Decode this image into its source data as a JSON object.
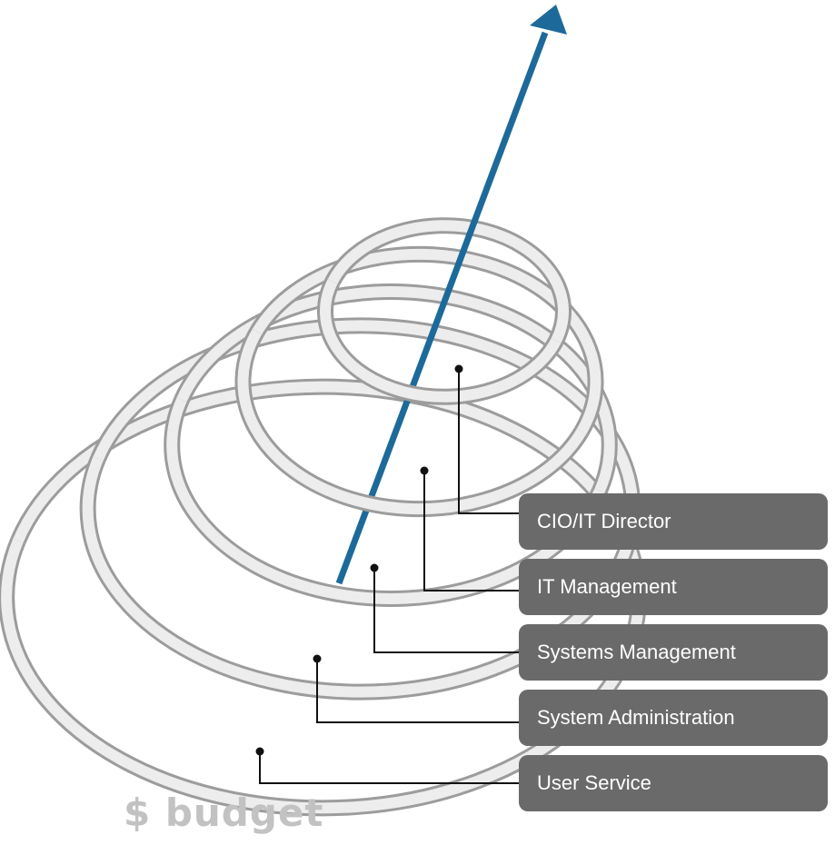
{
  "levels": [
    {
      "label": "CIO/IT Director"
    },
    {
      "label": "IT Management"
    },
    {
      "label": "Systems Management"
    },
    {
      "label": "System Administration"
    },
    {
      "label": "User Service"
    }
  ],
  "budget_label": "$ budget",
  "colors": {
    "arrow": "#1d6a9a",
    "label_box": "#6b6a6a",
    "label_text": "#ffffff",
    "ring_light": "#f2f2f2",
    "ring_dark": "#a7a7a7",
    "connector": "#111111",
    "budget_text": "#c2c2c2"
  }
}
